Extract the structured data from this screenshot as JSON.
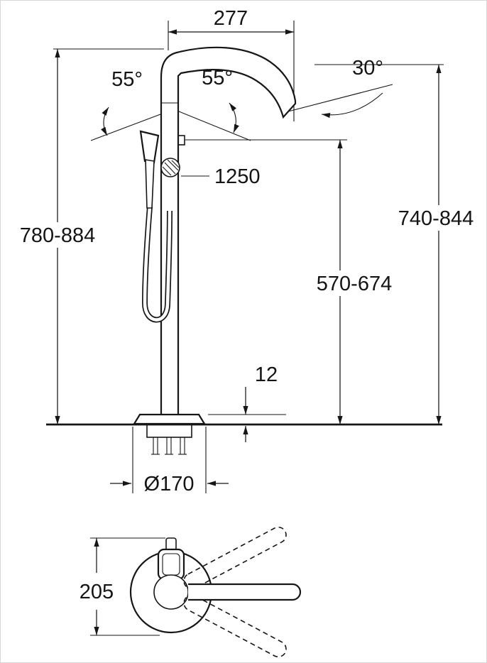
{
  "colors": {
    "ink": "#161616",
    "background": "#ffffff"
  },
  "front_view": {
    "spout_reach": "277",
    "lever_angle_left": "55°",
    "lever_angle_right": "55°",
    "spout_outlet_angle": "30°",
    "shower_hose_length": "1250",
    "total_height_range": "780-884",
    "spout_height_range": "740-844",
    "holder_height_range": "570-674",
    "base_plate_height": "12",
    "base_plate_diameter": "Ø170"
  },
  "top_view": {
    "footprint_depth": "205"
  }
}
